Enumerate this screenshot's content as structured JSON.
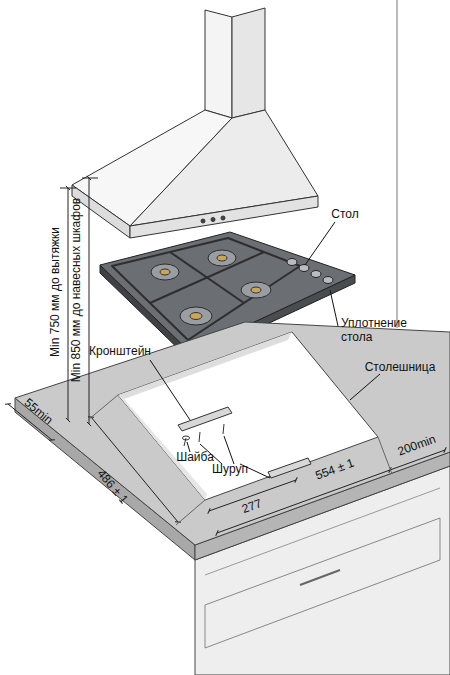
{
  "diagram": {
    "labels": [
      "Стол",
      "Уплотнение стола",
      "Столешница",
      "Кронштейн",
      "Шайба",
      "Шуруп",
      "Min 750 мм до вытяжки",
      "Min 850 мм до навесных шкафов",
      "55min",
      "486 ± 1",
      "277",
      "554 ± 1",
      "200min"
    ]
  }
}
